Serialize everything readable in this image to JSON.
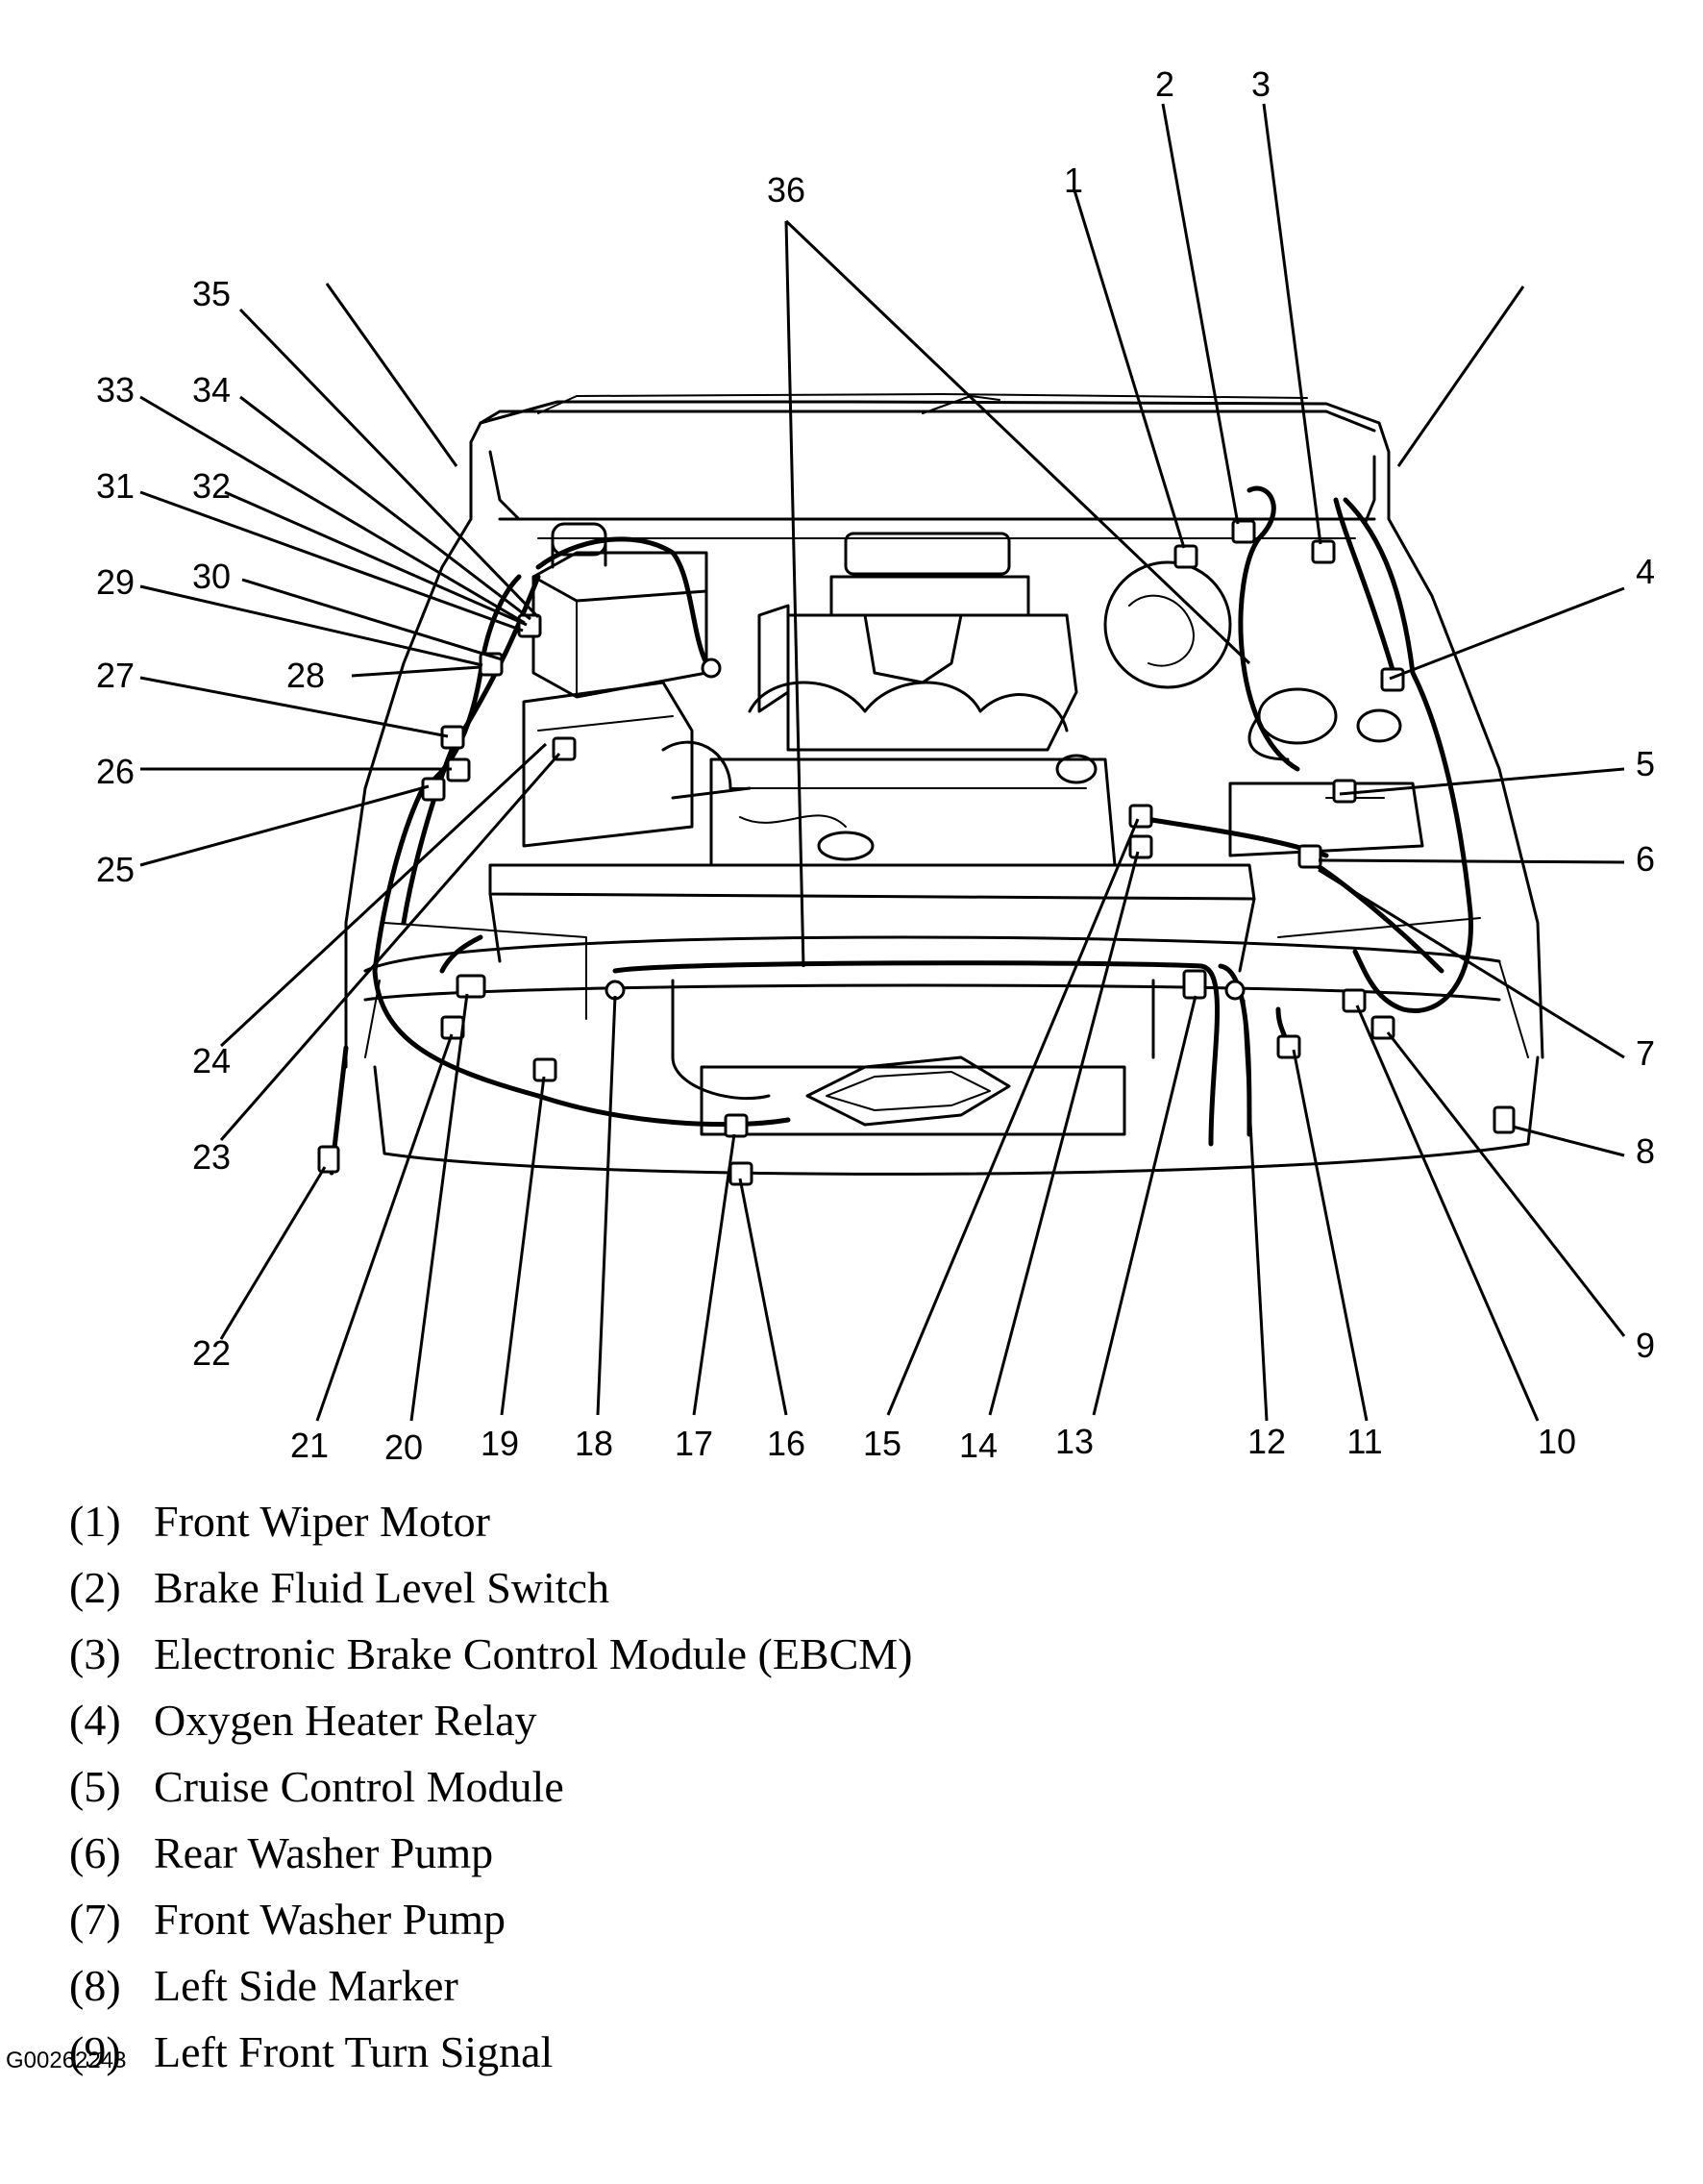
{
  "callouts": [
    "1",
    "2",
    "3",
    "4",
    "5",
    "6",
    "7",
    "8",
    "9",
    "10",
    "11",
    "12",
    "13",
    "14",
    "15",
    "16",
    "17",
    "18",
    "19",
    "20",
    "21",
    "22",
    "23",
    "24",
    "25",
    "26",
    "27",
    "28",
    "29",
    "30",
    "31",
    "32",
    "33",
    "34",
    "35",
    "36"
  ],
  "legend": [
    {
      "num": "(1)",
      "label": "Front Wiper Motor"
    },
    {
      "num": "(2)",
      "label": "Brake Fluid Level Switch"
    },
    {
      "num": "(3)",
      "label": "Electronic Brake Control Module (EBCM)"
    },
    {
      "num": "(4)",
      "label": "Oxygen Heater Relay"
    },
    {
      "num": "(5)",
      "label": "Cruise Control Module"
    },
    {
      "num": "(6)",
      "label": "Rear Washer Pump"
    },
    {
      "num": "(7)",
      "label": "Front Washer Pump"
    },
    {
      "num": "(8)",
      "label": "Left Side Marker"
    },
    {
      "num": "(9)",
      "label": "Left Front Turn Signal"
    }
  ],
  "figure_id": "G00262243"
}
